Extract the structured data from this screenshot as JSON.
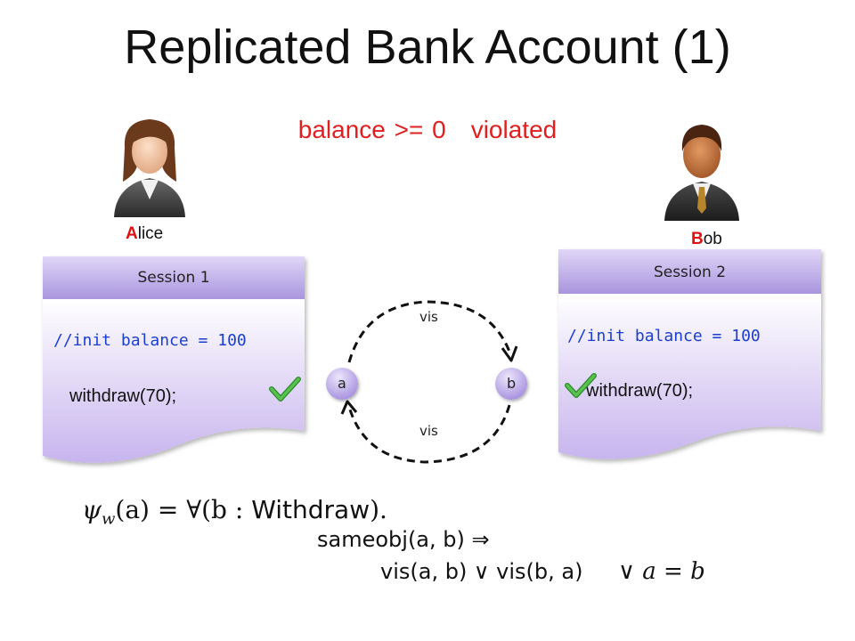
{
  "title": "Replicated Bank Account (1)",
  "constraint": {
    "expression": "balance >= 0",
    "status": "violated"
  },
  "users": [
    {
      "initial": "A",
      "rest": "lice"
    },
    {
      "initial": "B",
      "rest": "ob"
    }
  ],
  "sessions": [
    {
      "header": "Session 1",
      "init_comment": "//init balance = 100",
      "operation": "withdraw(70);"
    },
    {
      "header": "Session 2",
      "init_comment": "//init balance = 100",
      "operation": "withdraw(70);"
    }
  ],
  "graph": {
    "nodes": [
      "a",
      "b"
    ],
    "edges": [
      {
        "from": "a",
        "to": "b",
        "label": "vis"
      },
      {
        "from": "b",
        "to": "a",
        "label": "vis"
      }
    ]
  },
  "formula": {
    "psi": "ψ",
    "psi_sub": "w",
    "lhs_rest": "(a) = ∀(b : ",
    "withdraw": "Withdraw",
    "lhs_end": ").",
    "line2": "sameobj(a, b) ⇒",
    "line3": "vis(a, b) ∨ vis(b, a)",
    "line3_tail": "∨ a = b"
  },
  "colors": {
    "violation": "#e02020",
    "code": "#1a3fd0",
    "check": "#3aa838",
    "node_fill": "#b7a6e6"
  }
}
